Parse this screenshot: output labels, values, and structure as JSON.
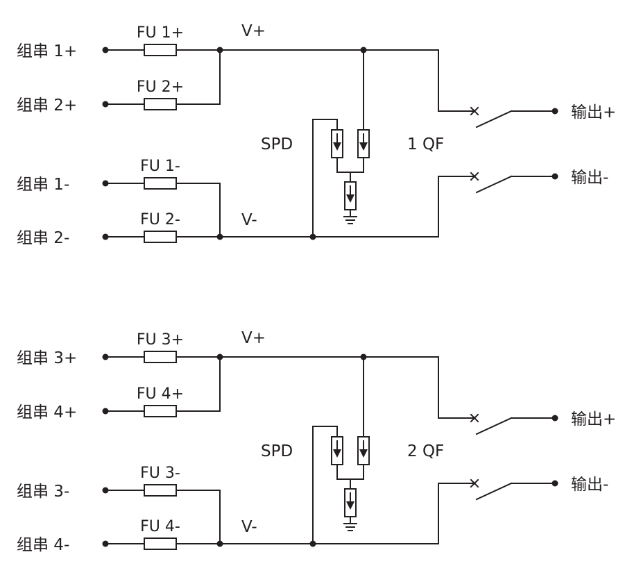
{
  "circuits": [
    {
      "inputs": [
        "组串 1+",
        "组串 2+",
        "组串 1-",
        "组串 2-"
      ],
      "fuses": [
        "FU 1+",
        "FU 2+",
        "FU 1-",
        "FU 2-"
      ],
      "bus_pos": "V+",
      "bus_neg": "V-",
      "spd": "SPD",
      "breaker": "1 QF",
      "outputs": [
        "输出+",
        "输出-"
      ]
    },
    {
      "inputs": [
        "组串 3+",
        "组串 4+",
        "组串 3-",
        "组串 4-"
      ],
      "fuses": [
        "FU 3+",
        "FU 4+",
        "FU 3-",
        "FU 4-"
      ],
      "bus_pos": "V+",
      "bus_neg": "V-",
      "spd": "SPD",
      "breaker": "2 QF",
      "outputs": [
        "输出+",
        "输出-"
      ]
    }
  ]
}
